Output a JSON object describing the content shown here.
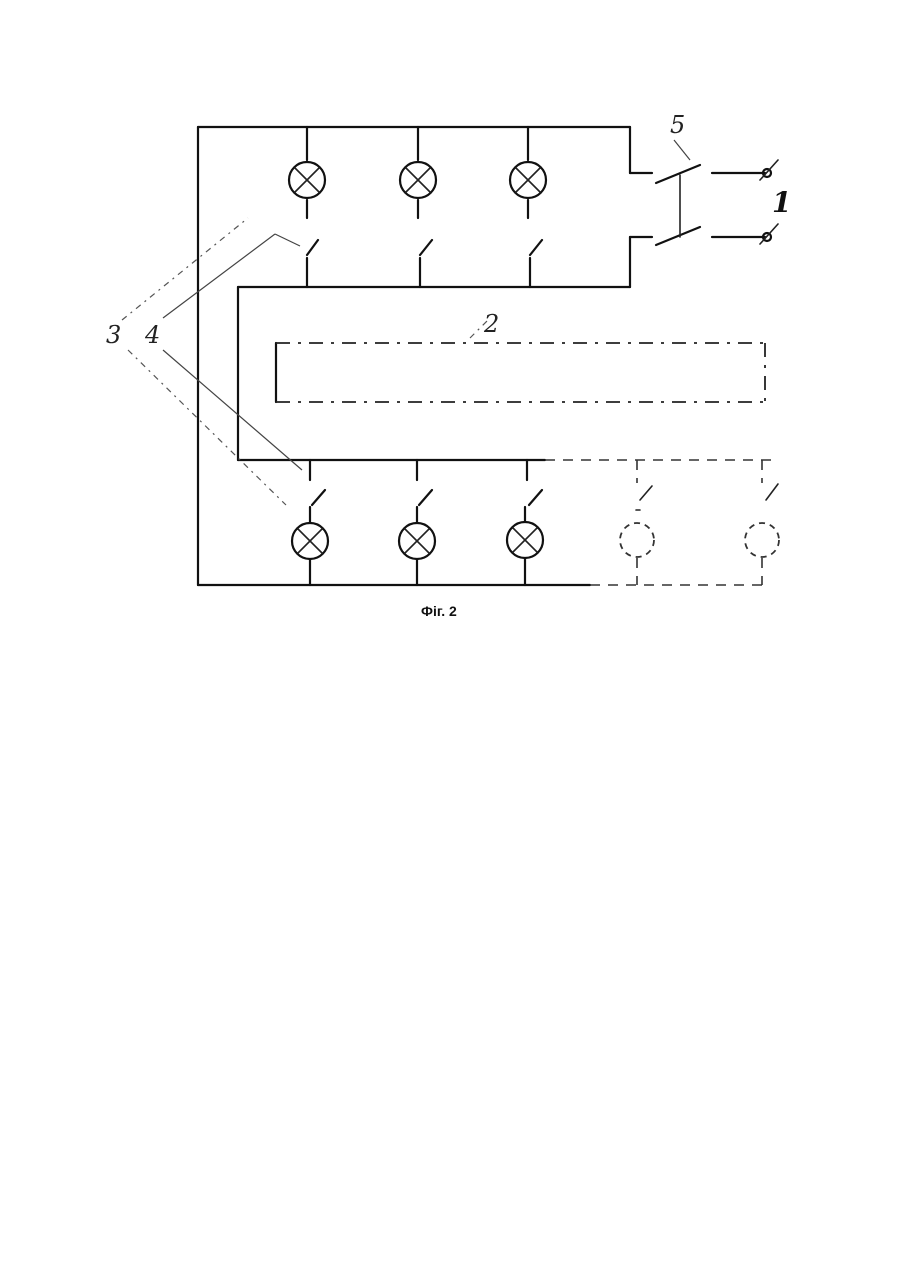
{
  "labels": {
    "ref_1": "1",
    "ref_2": "2",
    "ref_3": "3",
    "ref_4": "4",
    "ref_5": "5"
  },
  "caption": "Фіг. 2"
}
